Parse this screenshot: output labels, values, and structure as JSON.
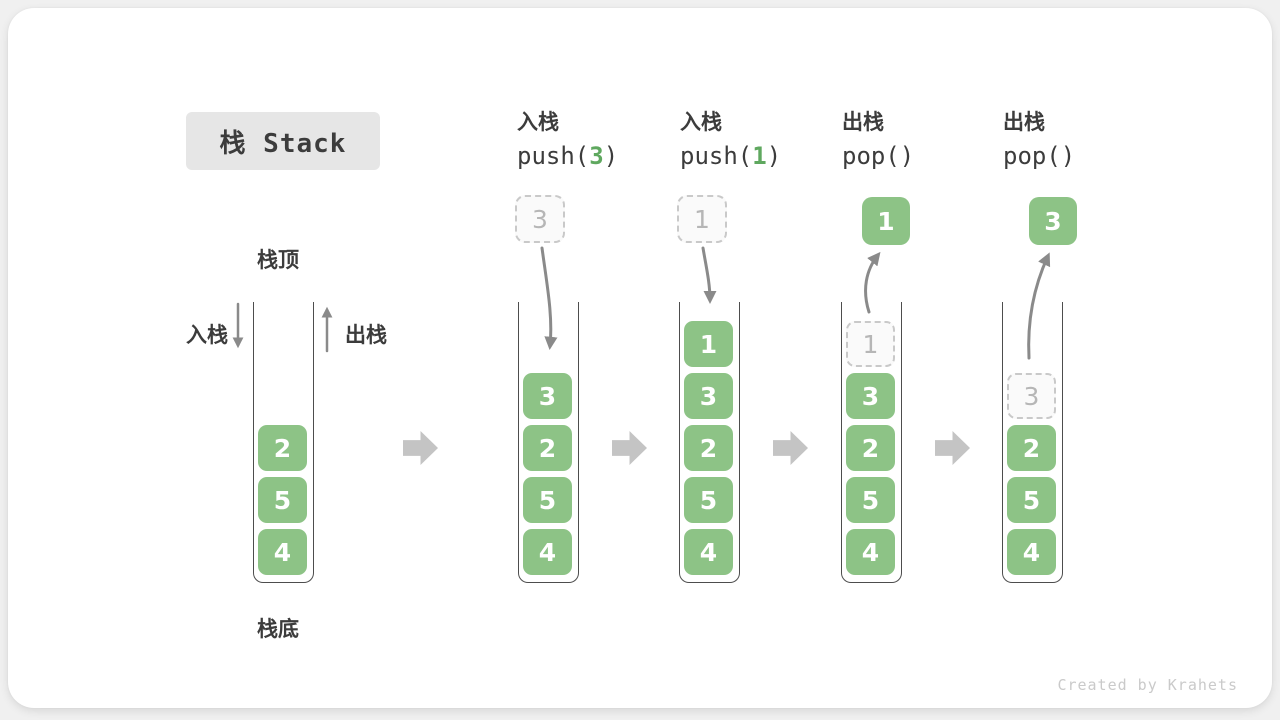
{
  "page": {
    "title": "栈 Stack",
    "watermark": "Created by Krahets"
  },
  "legend": {
    "stack_top": "栈顶",
    "stack_bottom": "栈底",
    "push_label": "入栈",
    "pop_label": "出栈"
  },
  "colors": {
    "element_green": "#8DC386",
    "arg_green": "#5FA85F",
    "arrow_gray": "#8A8A8A",
    "block_arrow_gray": "#C4C4C4",
    "title_bg": "#E6E6E6",
    "text_dark": "#3C3C3C",
    "wall_gray": "#4D4D4D",
    "ghost_border": "#C9C9C9",
    "ghost_text": "#B6B6B6",
    "watermark_gray": "#CACACA"
  },
  "stages": [
    {
      "items": [
        "2",
        "5",
        "4"
      ]
    },
    {
      "op": {
        "line1": "入栈",
        "fn": "push(",
        "arg": "3",
        "close": ")"
      },
      "incoming": "3",
      "items": [
        "3",
        "2",
        "5",
        "4"
      ]
    },
    {
      "op": {
        "line1": "入栈",
        "fn": "push(",
        "arg": "1",
        "close": ")"
      },
      "incoming": "1",
      "items": [
        "1",
        "3",
        "2",
        "5",
        "4"
      ]
    },
    {
      "op": {
        "line1": "出栈",
        "fn": "pop(",
        "arg": "",
        "close": ")"
      },
      "outgoing": "1",
      "ghost": "1",
      "items": [
        "3",
        "2",
        "5",
        "4"
      ]
    },
    {
      "op": {
        "line1": "出栈",
        "fn": "pop(",
        "arg": "",
        "close": ")"
      },
      "outgoing": "3",
      "ghost": "3",
      "items": [
        "2",
        "5",
        "4"
      ]
    }
  ]
}
